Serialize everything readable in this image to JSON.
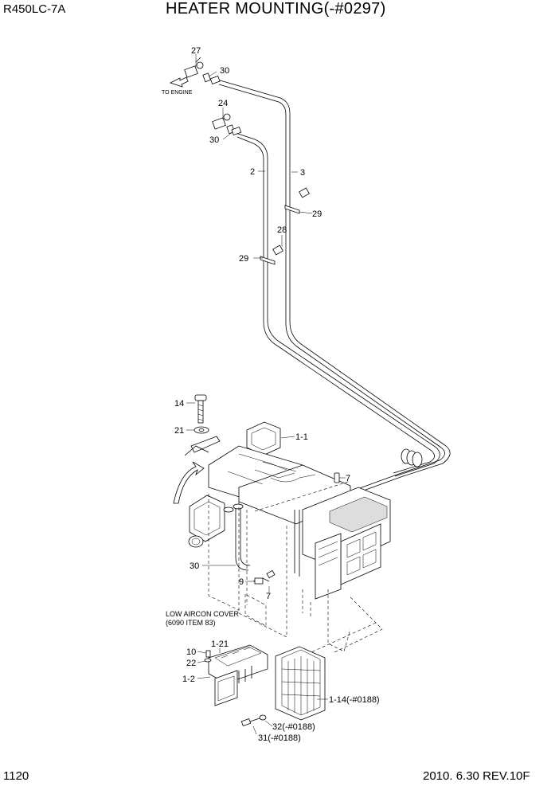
{
  "header": {
    "model": "R450LC-7A",
    "title": "HEATER MOUNTING(-#0297)"
  },
  "footer": {
    "page": "1120",
    "revision": "2010. 6.30  REV.10F"
  },
  "notes": {
    "to_engine": "TO ENGINE",
    "low_aircon_cover_1": "LOW AIRCON COVER",
    "low_aircon_cover_2": "(6090 ITEM 83)"
  },
  "callouts": {
    "c27": "27",
    "c30a": "30",
    "c24": "24",
    "c30b": "30",
    "c2": "2",
    "c3": "3",
    "c29a": "29",
    "c28": "28",
    "c29b": "29",
    "c14": "14",
    "c21": "21",
    "c1_1": "1-1",
    "c7a": "7",
    "c30c": "30",
    "c9": "9",
    "c7b": "7",
    "c10": "10",
    "c1_21": "1-21",
    "c22": "22",
    "c1_2": "1-2",
    "c1_14": "1-14(-#0188)",
    "c32": "32(-#0188)",
    "c31": "31(-#0188)"
  }
}
